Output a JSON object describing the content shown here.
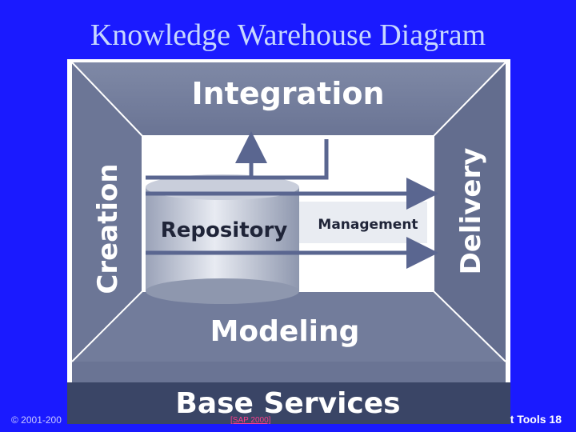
{
  "title": "Knowledge Warehouse Diagram",
  "diagram": {
    "integration": "Integration",
    "creation": "Creation",
    "delivery": "Delivery",
    "repository": "Repository",
    "management": "Management",
    "modeling": "Modeling",
    "base_services": "Base Services"
  },
  "footer": {
    "left": "© 2001-200",
    "citation": "[SAP 2000]",
    "right": "t Tools 18"
  },
  "colors": {
    "background": "#1a1aff",
    "frame_outer": "#6f7a99",
    "frame_dark": "#56607d",
    "base_bar": "#3a4566",
    "inner_panel": "#ffffff",
    "arrow": "#5a6690"
  }
}
